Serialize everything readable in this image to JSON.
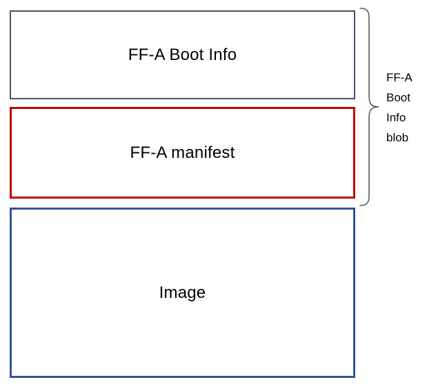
{
  "diagram": {
    "boxes": [
      {
        "label": "FF-A Boot Info",
        "border_color": "#44546a"
      },
      {
        "label": "FF-A manifest",
        "border_color": "#c00000"
      },
      {
        "label": "Image",
        "border_color": "#2f5496"
      }
    ],
    "brace": {
      "label": "FF-A\nBoot\nInfo\nblob",
      "color": "#595959"
    },
    "background_color": "#ffffff",
    "text_color": "#000000"
  }
}
